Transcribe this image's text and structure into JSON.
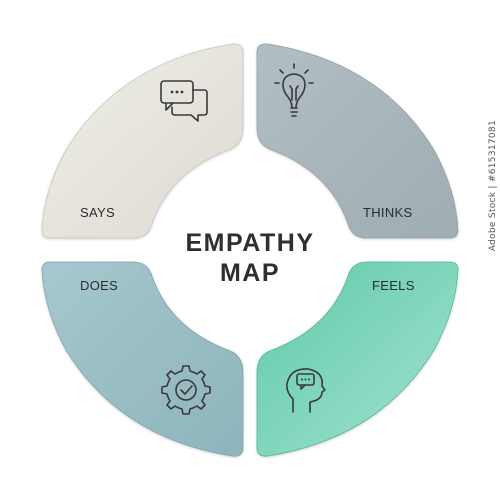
{
  "diagram": {
    "title_line1": "EMPATHY",
    "title_line2": "MAP",
    "quadrants": {
      "says": {
        "label": "SAYS",
        "icon": "speech-bubbles-icon",
        "color": "#e6e4dc"
      },
      "thinks": {
        "label": "THINKS",
        "icon": "lightbulb-icon",
        "color": "#a9b6bb"
      },
      "does": {
        "label": "DOES",
        "icon": "gear-check-icon",
        "color": "#9bbfc6"
      },
      "feels": {
        "label": "FEELS",
        "icon": "head-chat-icon",
        "color": "#6fd1b6"
      }
    }
  },
  "stock_id": "Adobe Stock | #615317081"
}
